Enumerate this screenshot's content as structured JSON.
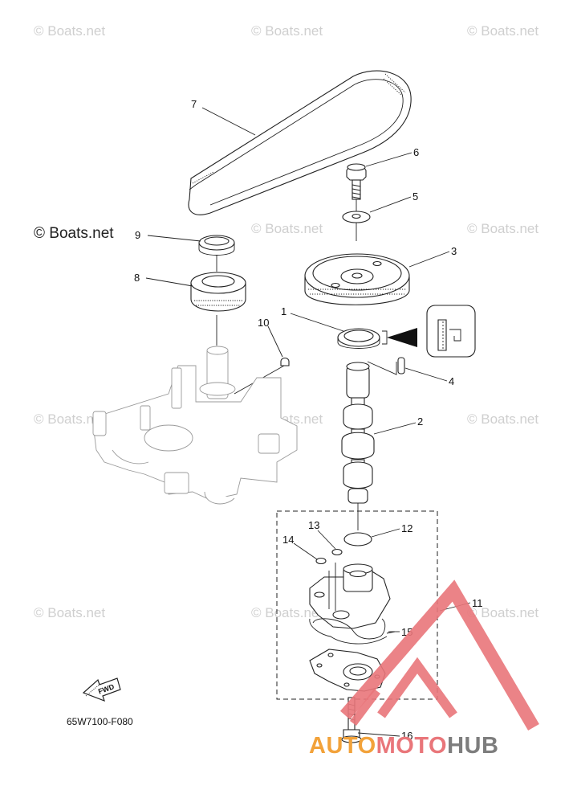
{
  "watermarks": {
    "boats": "© Boats.net",
    "boats_primary": "© Boats.net"
  },
  "callouts": {
    "c1": "1",
    "c2": "2",
    "c3": "3",
    "c4": "4",
    "c5": "5",
    "c6": "6",
    "c7": "7",
    "c8": "8",
    "c9": "9",
    "c10": "10",
    "c11": "11",
    "c12": "12",
    "c13": "13",
    "c14": "14",
    "c15": "15",
    "c16": "16"
  },
  "fwd_label": "FWD",
  "diagram_code": "65W7100-F080",
  "logo": {
    "part1": "AUTO",
    "part2": "MOTO",
    "part3": "HUB",
    "colors": {
      "orange": "#f2a23a",
      "red": "#e9767a",
      "gray": "#7d7d7d"
    }
  }
}
